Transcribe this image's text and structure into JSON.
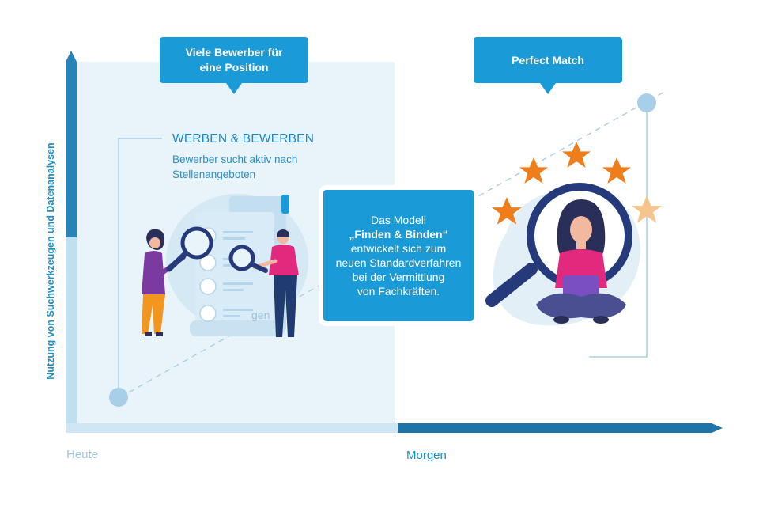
{
  "y_axis_label": "Nutzung von Suchwerkzeugen und Datenanalysen",
  "x_axis": {
    "start_label": "Heute",
    "end_label": "Morgen"
  },
  "bubble_left": {
    "line1": "Viele Bewerber für",
    "line2": "eine Position"
  },
  "bubble_right": {
    "text": "Perfect Match"
  },
  "werben": {
    "title": "WERBEN & BEWERBEN",
    "desc_line1": "Bewerber sucht aktiv nach",
    "desc_line2": "Stellenangeboten"
  },
  "center_box": {
    "line1": "Das Modell",
    "line2": "„Finden & Binden“",
    "line3": "entwickelt sich zum",
    "line4": "neuen Standardverfahren",
    "line5": "bei der Vermittlung",
    "line6": "von Fachkräften."
  },
  "doc_text": "gen",
  "colors": {
    "primary": "#1a9ad6",
    "axis_dark": "#1e6fa3",
    "panel": "#e8f4fa",
    "dot": "#a8cfea",
    "star_orange": "#ef7d1a",
    "star_light": "#f6c58d",
    "magnifier": "#243a7a",
    "shirt": "#e2297e"
  }
}
